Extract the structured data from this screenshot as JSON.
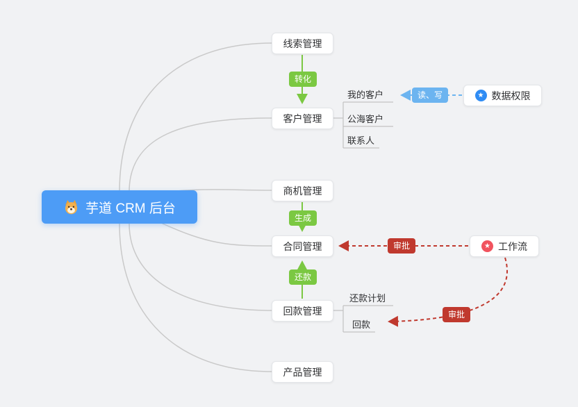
{
  "root": {
    "label": "芋道 CRM 后台",
    "icon": "dog-icon"
  },
  "nodes": {
    "leads": "线索管理",
    "customers": "客户管理",
    "opportunities": "商机管理",
    "contracts": "合同管理",
    "receivables": "回款管理",
    "products": "产品管理"
  },
  "side_nodes": {
    "data_permission": "数据权限",
    "workflow": "工作流"
  },
  "sub_labels": {
    "my_customers": "我的客户",
    "public_customers": "公海客户",
    "contacts": "联系人",
    "repayment_plan": "还款计划",
    "repayment": "回款"
  },
  "edge_labels": {
    "convert": "转化",
    "read_write": "读、写",
    "generate": "生成",
    "repay": "还款",
    "approve_contract": "审批",
    "approve_repayment": "审批"
  },
  "colors": {
    "background": "#f1f2f4",
    "root_bg": "#4d9cf6",
    "green": "#7bc842",
    "blue": "#6cb4f0",
    "red": "#c0392e",
    "branch_gray": "#c9c9c9",
    "data_permission_icon": "#2f8cf4",
    "workflow_icon": "#f1535e"
  }
}
